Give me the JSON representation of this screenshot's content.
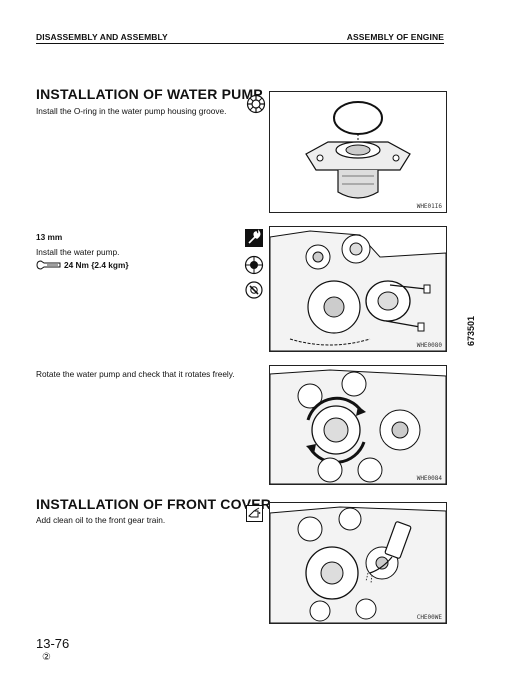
{
  "header": {
    "left": "DISASSEMBLY AND ASSEMBLY",
    "right": "ASSEMBLY OF ENGINE"
  },
  "sections": {
    "water_pump": {
      "title": "INSTALLATION OF WATER PUMP",
      "step1": "Install the O-ring in the water pump housing groove.",
      "step2_size": "13 mm",
      "step2_text": "Install the water pump.",
      "step2_torque": "24 Nm {2.4 kgm}",
      "step3_text": "Rotate the water pump and check that it rotates freely."
    },
    "front_cover": {
      "title": "INSTALLATION OF FRONT COVER",
      "step1": "Add clean oil to the front gear train."
    }
  },
  "figures": {
    "fig1_code": "WHE01I6",
    "fig2_code": "WHE0080",
    "fig3_code": "WHE0084",
    "fig4_code": "CHE00WE"
  },
  "icons": {
    "spanner": "spanner-icon",
    "oring": "o-ring-icon",
    "lube": "lubricant-icon",
    "torque": "torque-wrench-icon",
    "oil": "oil-can-icon"
  },
  "side_code": "673501",
  "footer": {
    "page": "13-76",
    "rev": "②"
  }
}
